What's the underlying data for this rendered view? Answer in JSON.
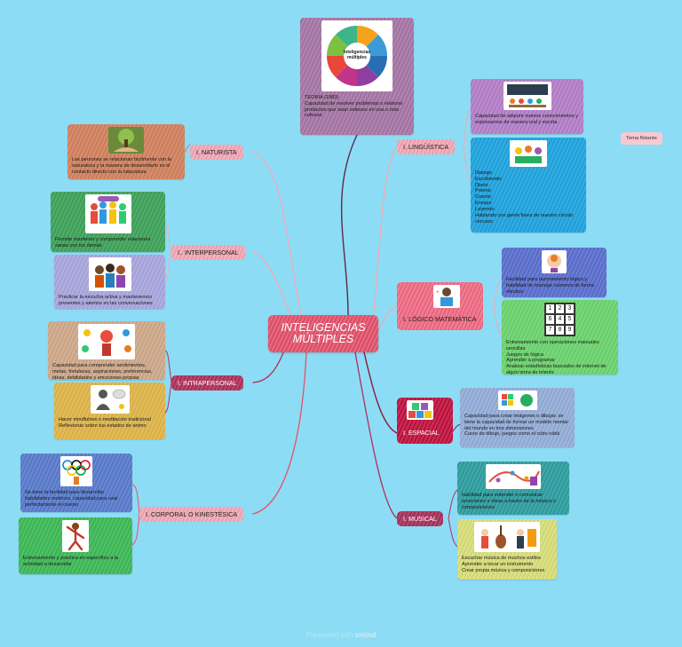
{
  "central": "INTELIGENCIAS\nMÚLTIPLES",
  "theory": {
    "wheel_center": "Inteligencias\nmúltiples",
    "text": "TEORIA (1983)\nCapacidad de resolver problemas o elaborar productos que sean valiosos en una o más culturas"
  },
  "floating_topic": "Tema flotante",
  "branches": {
    "naturista": "I. NATURISTA",
    "interpersonal": "I.. INTERPERSONAL",
    "intrapersonal": "I. INTRAPERSONAL",
    "corporal": "I. CORPORAL O KINESTÉSICA",
    "linguistica": "I. LINGÜÍSTICA",
    "logico": "I. LÓGICO MATEMÁTICA",
    "espacial": "I. ESPACIAL",
    "musical": "I. MUSICAL"
  },
  "notes": {
    "naturista_1": "Las personas se relacionan fácilmente con la naturaleza y la manera de desarrollarlo es el contacto directo con la naturaleza",
    "interpersonal_1": "Permite mantener y comprender relaciones sanas con los demás",
    "interpersonal_2": "Practicar la escucha activa y mantenernos presentes y atentos en las conversaciones",
    "intrapersonal_1": "Capacidad para comprender sentimientos, metas, fortalezas, aspiraciones, preferencias, ideas, debilidades y emociones propias",
    "intrapersonal_2": "Hacer mindfulnes o meditación tradicional\nReflexionar sobre tus estados de ánimo",
    "corporal_1": "Se tiene la facilidad para desarrollar habilidades motrices, capacidad para usar perfectamente el cuerpo",
    "corporal_2": "Entrenamiento y practica en específico a la actividad a desarrollar",
    "linguistica_1": "Capacidad de adquirir nuevos conocimientos y expresarnos de manera oral y escrita",
    "linguistica_2": "Dialogo\nEscribiendo:\n        Diario\n        Poema\n        Cuento\n        Ensayo\nLeyendo\nHablando con gente fuera de nuestro círculo cercano",
    "logico_1": "Facilidad para razonamiento lógico y habilidad de manejar números de forma efectiva",
    "logico_2": "Entrenamiento con operaciones manuales sencillas\nJuegos de lógica\nAprender a programar\nAnalizar estadísticas buscados de internet de algún tema de interés",
    "espacial_1": "Capacidad para crear imágenes o dibujar, se tiene la capacidad de formar un modelo mental del mundo en tres dimensiones\nCurso de dibujo, juegos como el cubo rubik",
    "musical_1": "habilidad para entender o comunicar emociones e ideas a través de la música o composiciones",
    "musical_2": "Escuchar música de muchos estilos\nAprender a tocar un instrumento\nCrear propia música y composiciones"
  },
  "sudoku": [
    "1",
    "2",
    "3",
    "6",
    "4",
    "5",
    "7",
    "8",
    "9"
  ],
  "footer": {
    "prefix": "Presented with ",
    "brand": "xmind"
  }
}
